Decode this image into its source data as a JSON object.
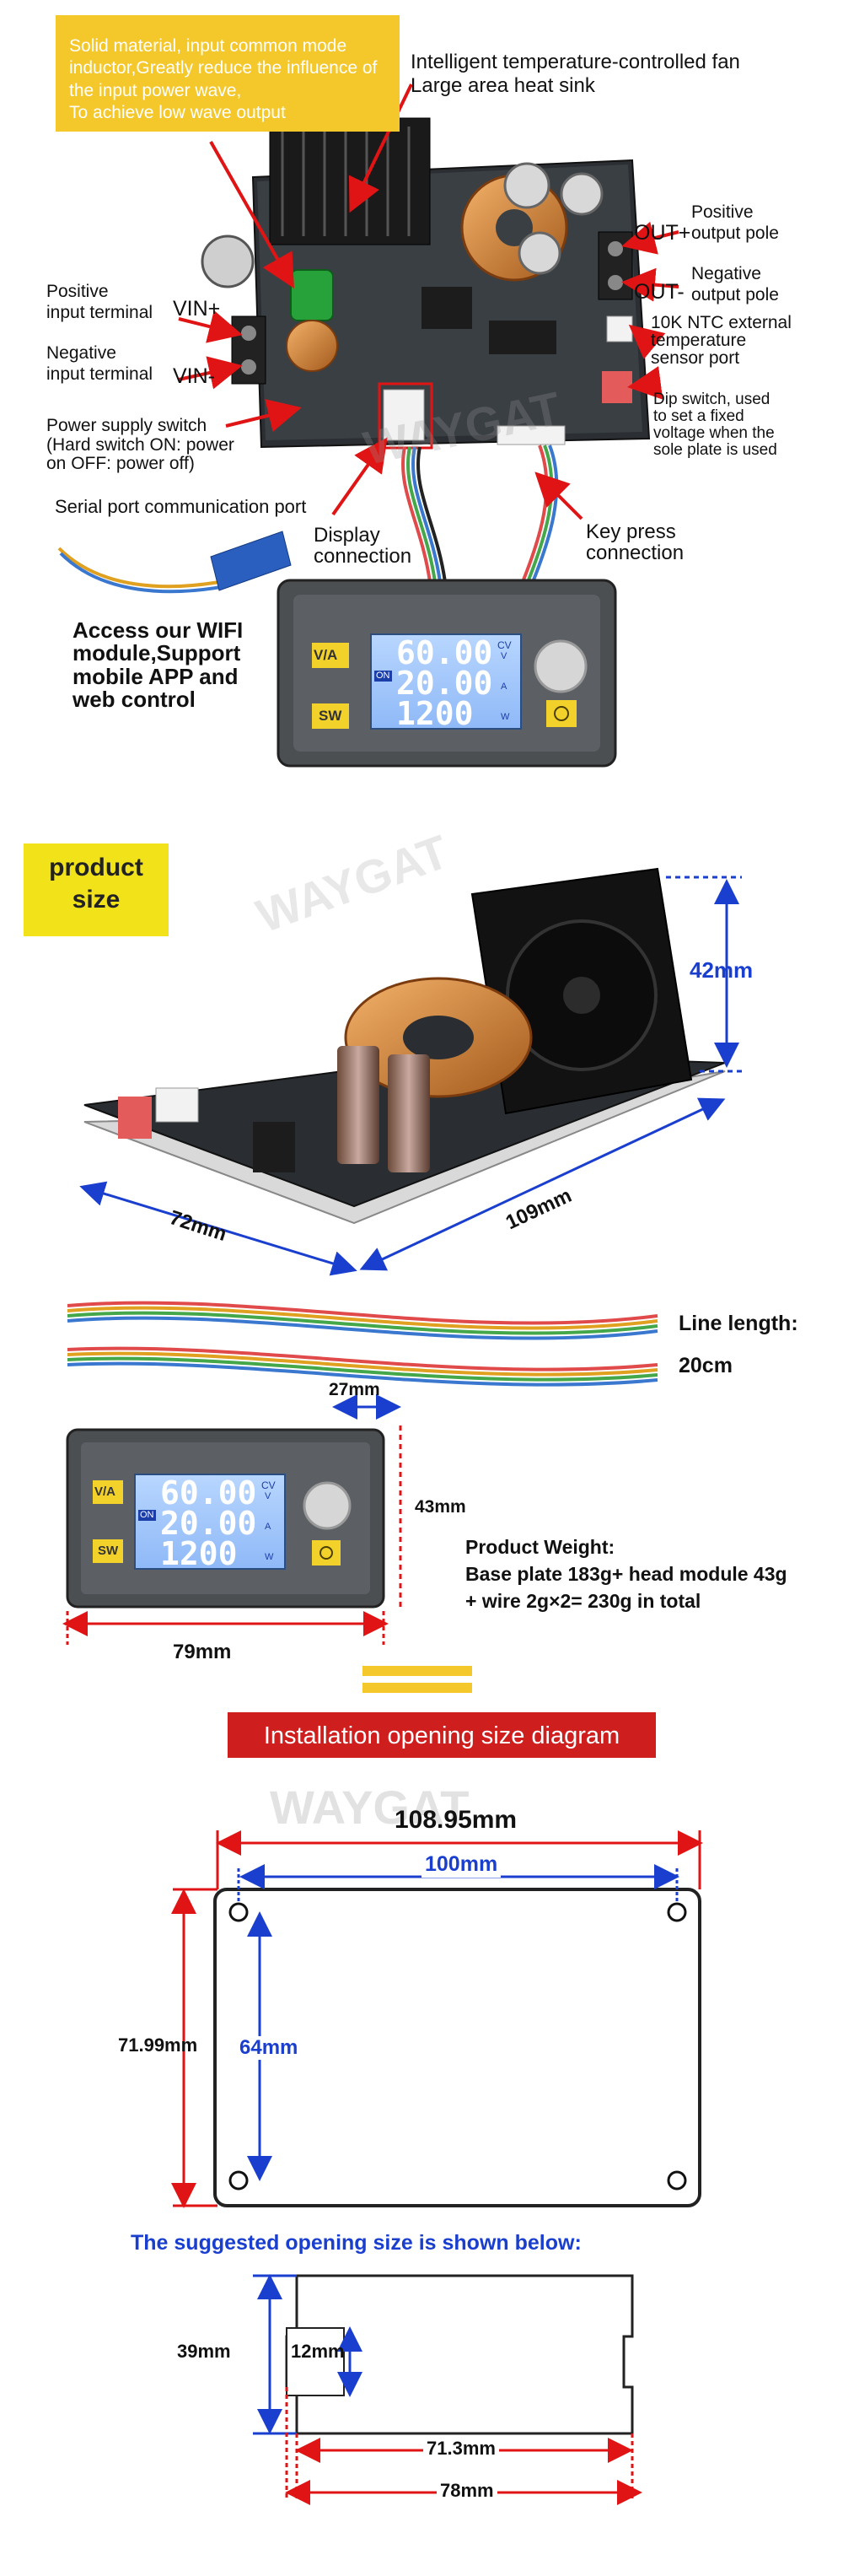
{
  "callouts": {
    "material": "Solid material, input common mode inductor,Greatly reduce the influence of the input power wave,\nTo achieve low wave output",
    "fan": "Intelligent temperature-controlled fan\nLarge area heat sink",
    "pos_output": "Positive\noutput pole",
    "out_plus": "OUT+",
    "neg_output": "Negative\noutput pole",
    "out_minus": "OUT-",
    "ntc": "10K NTC external\ntemperature\nsensor port",
    "dip": "Dip switch, used\nto set a fixed\nvoltage when the\nsole plate is used",
    "pos_input": "Positive\ninput terminal",
    "vin_plus": "VIN+",
    "neg_input": "Negative\ninput terminal",
    "vin_minus": "VIN-",
    "power_switch": "Power supply switch\n(Hard switch ON: power\non OFF: power off)",
    "serial": "Serial port communication port",
    "display_conn": "Display\nconnection",
    "key_conn": "Key press\nconnection",
    "wifi": "Access our WIFI\nmodule,Support\nmobile APP and\nweb control"
  },
  "display": {
    "voltage": "60.00",
    "current": "20.00",
    "power": "1200",
    "cv": "CV",
    "unit_v": "V",
    "unit_a": "A",
    "unit_w": "W",
    "on": "ON",
    "va_btn": "V/A",
    "sw_btn": "SW"
  },
  "watermark": "WAYGAT",
  "product_size": {
    "label": "product\nsize",
    "height": "42mm",
    "width": "72mm",
    "length": "109mm",
    "line_length_label": "Line length:",
    "line_length_value": "20cm",
    "head_depth": "27mm",
    "head_height": "43mm",
    "head_width": "79mm",
    "weight": "Product Weight:\nBase plate 183g+ head module 43g\n+ wire 2g×2= 230g in total"
  },
  "installation": {
    "banner": "Installation opening size diagram",
    "outer_width": "108.95mm",
    "hole_spacing_x": "100mm",
    "outer_height": "71.99mm",
    "hole_spacing_y": "64mm",
    "suggested": "The suggested opening size is shown below:",
    "open_height": "39mm",
    "notch": "12mm",
    "inner_width": "71.3mm",
    "total_width": "78mm"
  },
  "colors": {
    "red_arrow": "#e01414",
    "blue_dim": "#1a3fcf",
    "yellow": "#f4c72a",
    "banner_red": "#cf1e1e",
    "lcd_blue": "#9cc6ff"
  }
}
